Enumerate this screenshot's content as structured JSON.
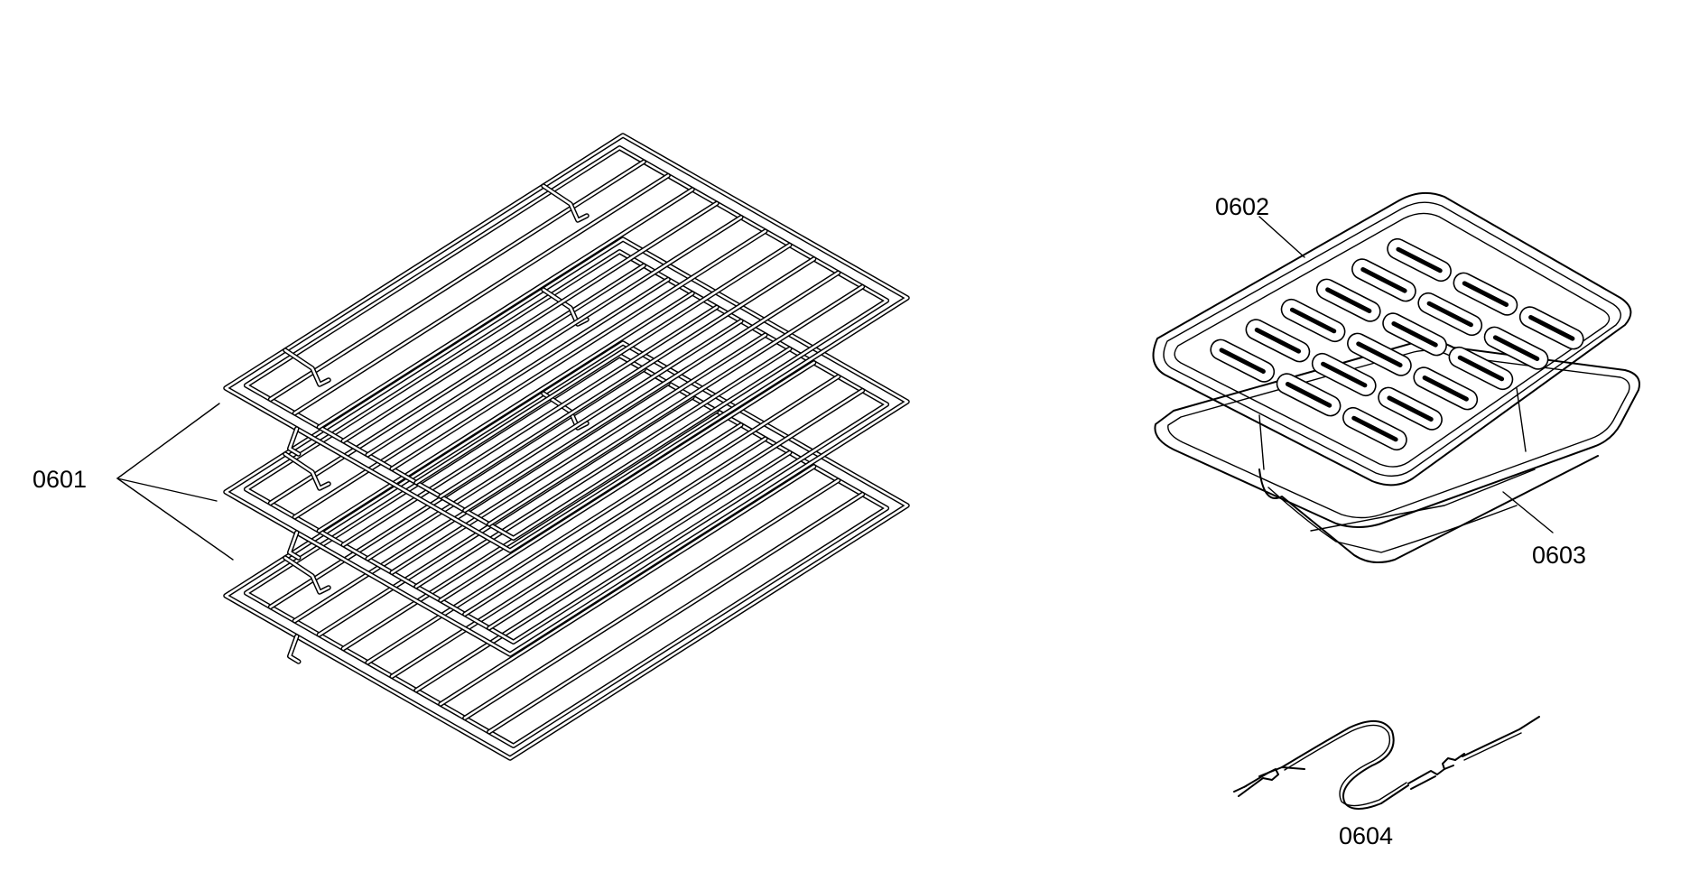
{
  "parts": [
    {
      "id": "oven-racks",
      "label": "0601"
    },
    {
      "id": "broiler-grid",
      "label": "0602"
    },
    {
      "id": "broiler-pan",
      "label": "0603"
    },
    {
      "id": "meat-probe",
      "label": "0604"
    }
  ]
}
